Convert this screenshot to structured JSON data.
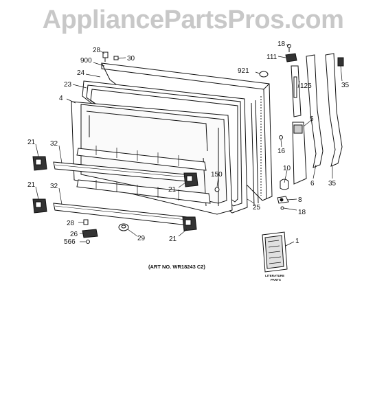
{
  "watermark": "AppliancePartsPros.com",
  "art_number": "(ART NO. WR18243 C2)",
  "literature_label_line1": "LITERATURE",
  "literature_label_line2": "PARTS",
  "callouts": {
    "c28a": "28",
    "c30": "30",
    "c900": "900",
    "c24": "24",
    "c23": "23",
    "c4": "4",
    "c921": "921",
    "c18a": "18",
    "c111": "111",
    "c125": "125",
    "c35a": "35",
    "c5": "5",
    "c16": "16",
    "c10": "10",
    "c6": "6",
    "c35b": "35",
    "c8": "8",
    "c18b": "18",
    "c21a": "21",
    "c32a": "32",
    "c21b": "21",
    "c32b": "32",
    "c150": "150",
    "c21c": "21",
    "c25": "25",
    "c28b": "28",
    "c26": "26",
    "c566": "566",
    "c29": "29",
    "c21d": "21",
    "c1": "1"
  }
}
